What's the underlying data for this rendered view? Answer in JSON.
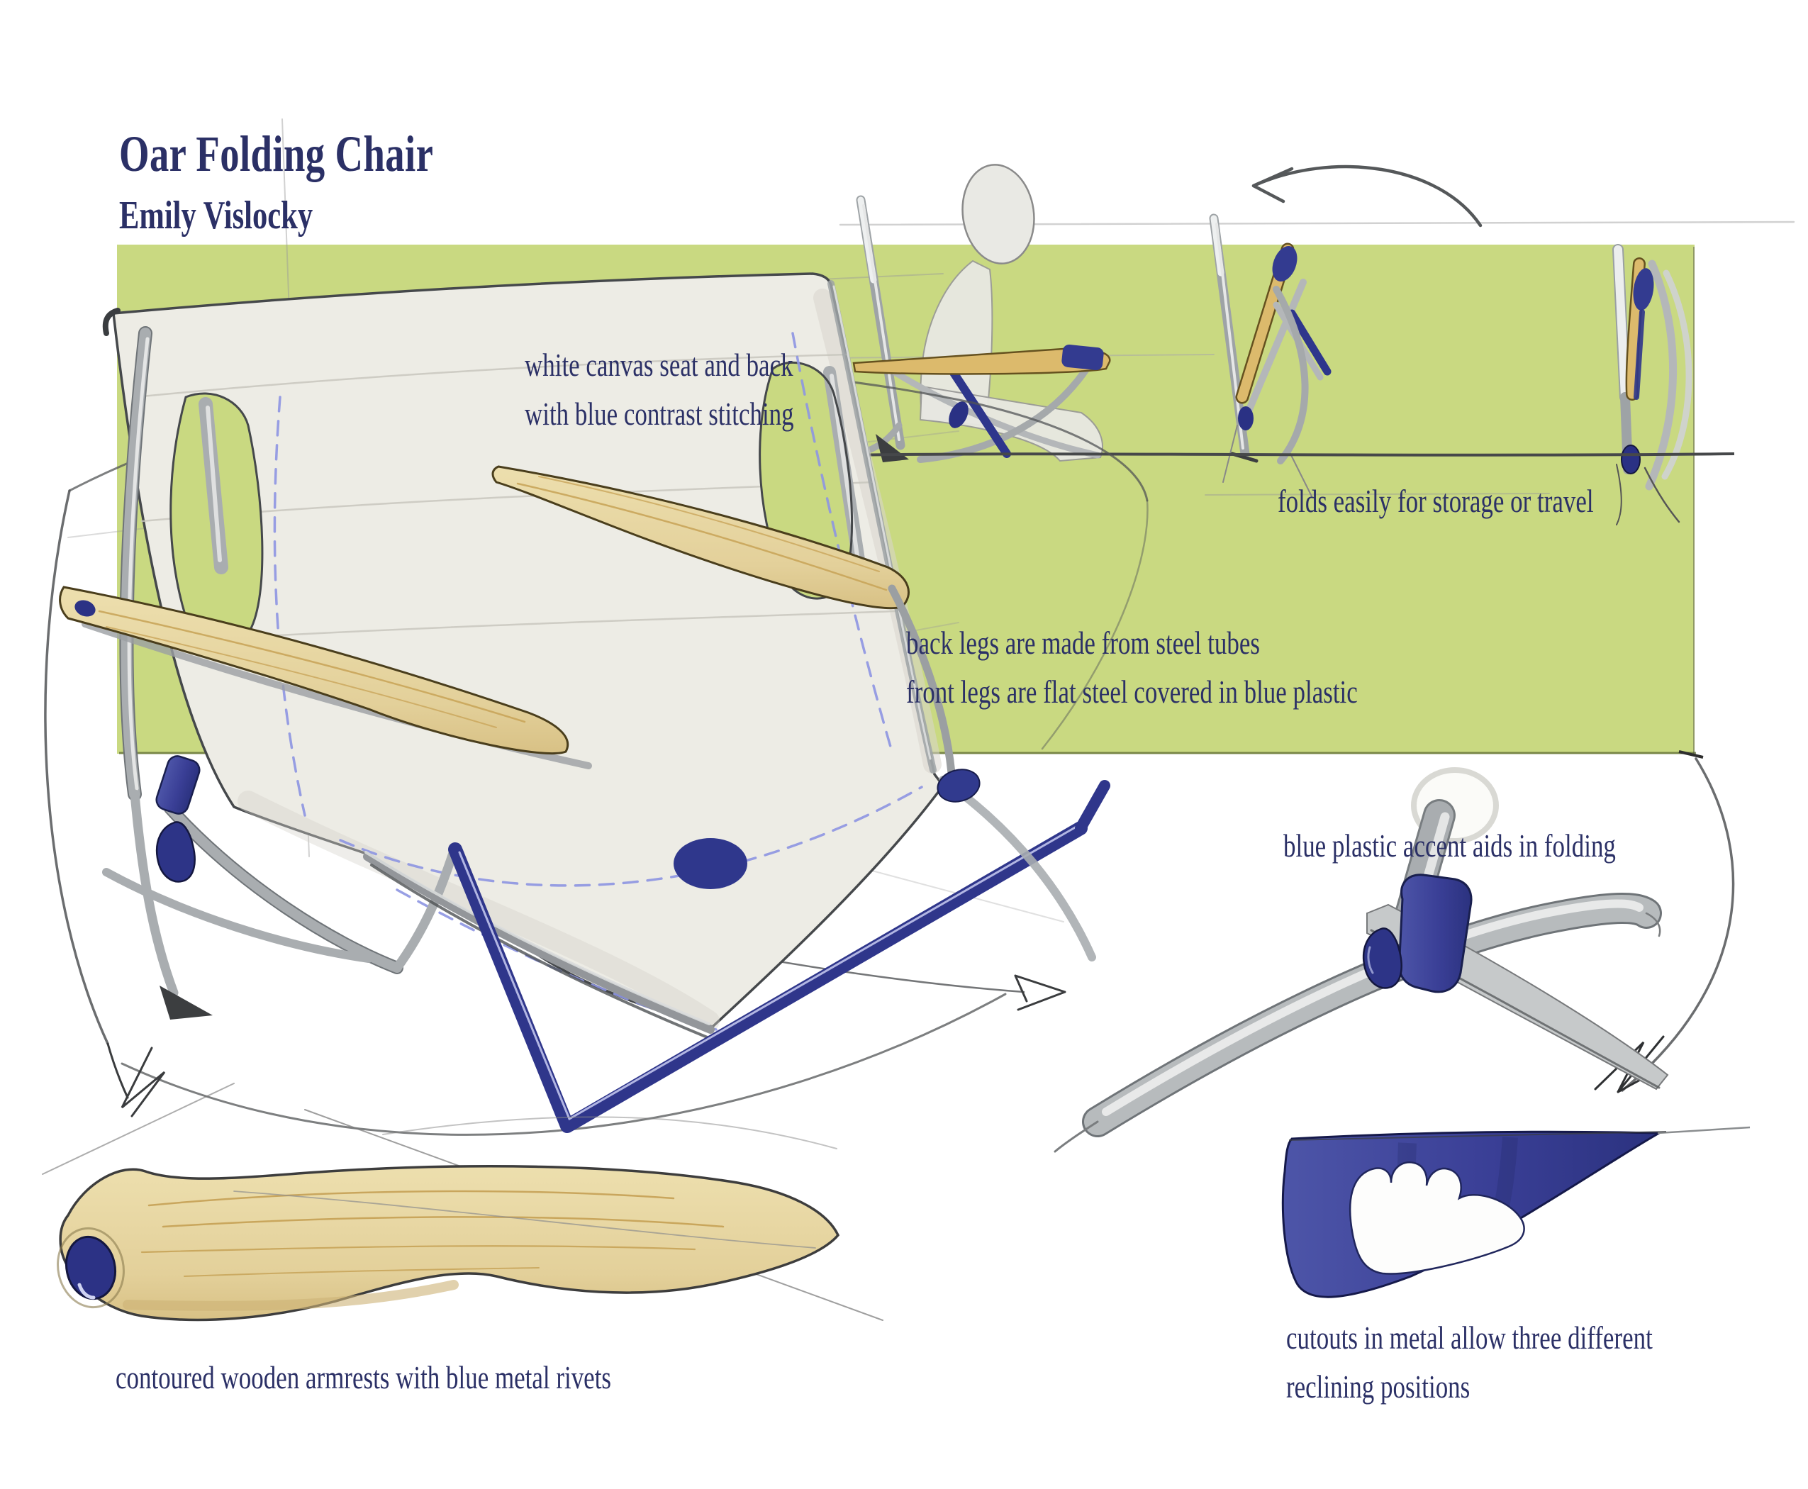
{
  "page": {
    "title": "Oar Folding Chair",
    "author": "Emily Vislocky"
  },
  "annotations": {
    "canvas_note": "white canvas seat and back\nwith blue contrast stitching",
    "fold_note": "folds easily for storage or travel",
    "legs_note": "back legs are made from steel tubes\nfront legs are flat steel covered in blue plastic",
    "accent_note": "blue plastic accent aids in folding",
    "cutout_note": "cutouts in metal allow three different\nreclining positions",
    "armrest_note": "contoured wooden armrests with blue metal rivets"
  },
  "colors": {
    "background": "#ffffff",
    "panel_green": "#c9d981",
    "text_navy": "#2b3066",
    "plastic_blue": "#3a3f96",
    "plastic_blue_dark": "#232a6b",
    "steel_gray": "#a9adb0",
    "canvas_white": "#edece5",
    "wood_tan": "#e8d7a6",
    "wood_grain": "#c9a55a",
    "stitch_blue": "#8d95e2"
  }
}
